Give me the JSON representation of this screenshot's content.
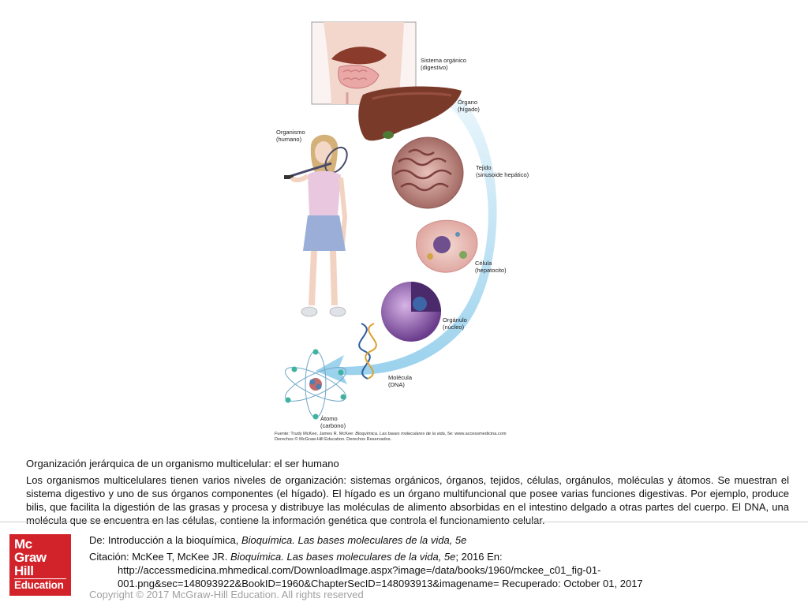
{
  "figure": {
    "labels": {
      "system": [
        "Sistema orgánico",
        "(digestivo)"
      ],
      "organ": [
        "Órgano",
        "(hígado)"
      ],
      "organism": [
        "Organismo",
        "(humano)"
      ],
      "tissue": [
        "Tejido",
        "(sinusoide hepático)"
      ],
      "cell": [
        "Célula",
        "(hepatocito)"
      ],
      "organelle": [
        "Orgánulo",
        "(núcleo)"
      ],
      "molecule": [
        "Molécula",
        "(DNA)"
      ],
      "atom": [
        "Átomo",
        "(carbono)"
      ]
    },
    "credit": {
      "line1_prefix": "Fuente: Trudy McKee, James R. McKee: ",
      "line1_italic": "Bioquímica. Las bases moleculares de la vida, 5e",
      "line1_suffix": ": www.accessmedicina.com",
      "line2": "Derechos © McGraw-Hill Education. Derechos Reservados."
    }
  },
  "caption": {
    "title": "Organización jerárquica de un organismo multicelular: el ser humano",
    "body": " Los organismos multicelulares tienen varios niveles de organización: sistemas orgánicos, órganos, tejidos, células, orgánulos, moléculas y átomos. Se muestran el sistema digestivo y uno de sus órganos componentes (el hígado). El hígado es un órgano multifuncional que posee varias funciones digestivas. Por ejemplo, produce bilis, que facilita la digestión de las grasas y procesa y distribuye las moléculas de alimento absorbidas en el intestino delgado a otras partes del cuerpo. El DNA, una molécula que se encuentra en las células, contiene la información genética que controla el funcionamiento celular."
  },
  "logo": {
    "line1": "Mc",
    "line2": "Graw",
    "line3": "Hill",
    "line4": "Education"
  },
  "reference": {
    "from_prefix": "De: Introducción a la bioquímica, ",
    "from_italic": "Bioquímica. Las bases moleculares de la vida, 5e",
    "cite_prefix": "Citación: McKee T, McKee JR. ",
    "cite_italic": "Bioquímica. Las bases moleculares de la vida, 5e",
    "cite_suffix": "; 2016 En:",
    "cite_url": "http://accessmedicina.mhmedical.com/DownloadImage.aspx?image=/data/books/1960/mckee_c01_fig-01-001.png&sec=148093922&BookID=1960&ChapterSecID=148093913&imagename= Recuperado: October 01, 2017"
  },
  "copyright": "Copyright © 2017 McGraw-Hill Education. All rights reserved",
  "colors": {
    "brand": "#d2232a",
    "arrow": "#a9d8ef",
    "liver": "#7a3a2a"
  }
}
